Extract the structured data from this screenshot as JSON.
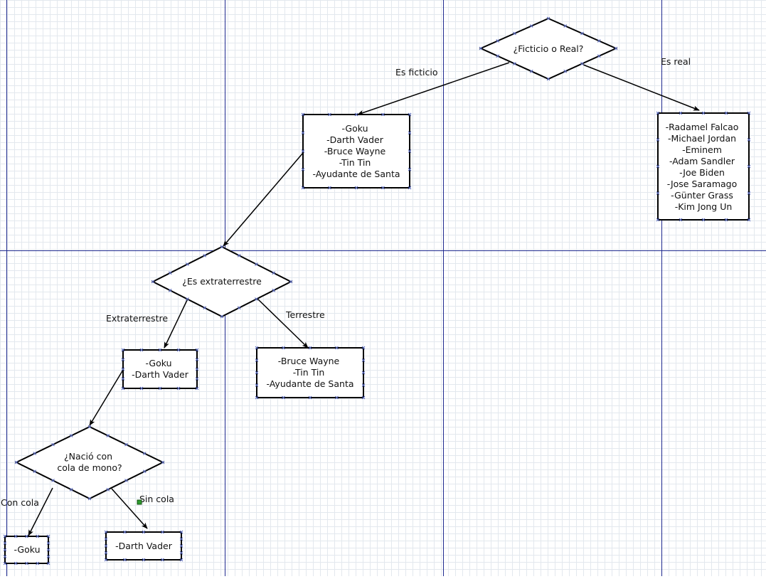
{
  "diagram": {
    "decisions": {
      "ficticio_o_real": [
        "¿Ficticio o Real?"
      ],
      "es_extraterrestre": [
        "¿Es extraterrestre"
      ],
      "nacio_con_cola": [
        "¿Nació con",
        "cola de mono?"
      ]
    },
    "boxes": {
      "ficticios": [
        "-Goku",
        "-Darth Vader",
        "-Bruce Wayne",
        "-Tin Tin",
        "-Ayudante de Santa"
      ],
      "reales": [
        "-Radamel Falcao",
        "-Michael Jordan",
        "-Eminem",
        "-Adam Sandler",
        "-Joe Biden",
        "-Jose Saramago",
        "-Günter Grass",
        "-Kim Jong Un"
      ],
      "extraterrestres": [
        "-Goku",
        "-Darth Vader"
      ],
      "terrestres": [
        "-Bruce Wayne",
        "-Tin Tin",
        "-Ayudante de Santa"
      ],
      "con_cola": [
        "-Goku"
      ],
      "sin_cola": [
        "-Darth Vader"
      ]
    },
    "edge_labels": {
      "es_ficticio": "Es ficticio",
      "es_real": "Es real",
      "extraterrestre": "Extraterrestre",
      "terrestre": "Terrestre",
      "con_cola": "Con cola",
      "sin_cola": "Sin cola"
    }
  }
}
